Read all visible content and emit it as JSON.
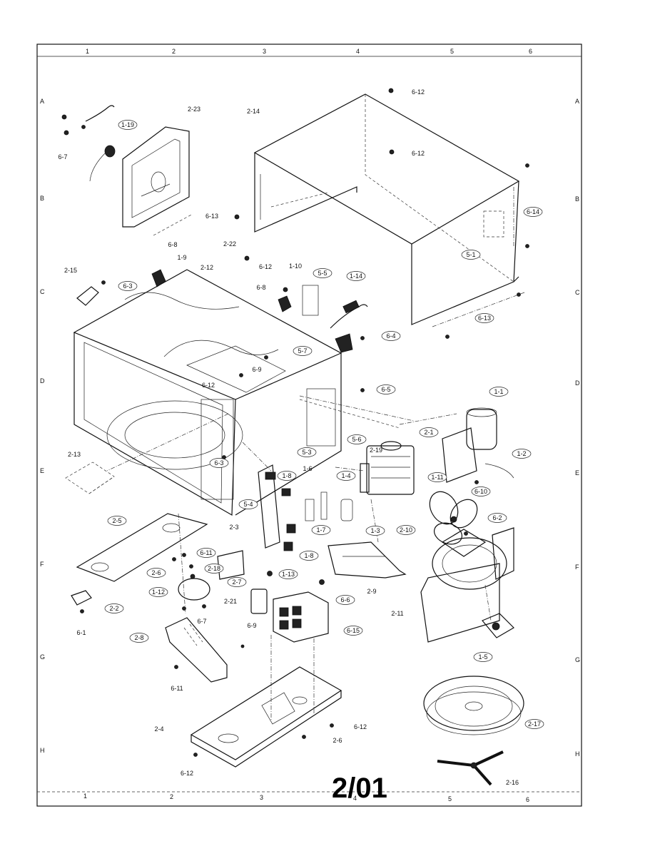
{
  "sheet": {
    "page_stamp": "2/01",
    "column_markers": [
      "1",
      "2",
      "3",
      "4",
      "5",
      "6"
    ],
    "row_markers": [
      "A",
      "B",
      "C",
      "D",
      "E",
      "F",
      "G",
      "H"
    ]
  },
  "callouts": [
    "6-12",
    "6-12",
    "2-23",
    "2-14",
    "1-19",
    "6-7",
    "6-14",
    "6-13",
    "2-22",
    "5-1",
    "6-8",
    "1-9",
    "2-12",
    "6-12",
    "1-10",
    "5-5",
    "1-14",
    "2-15",
    "6-3",
    "6-8",
    "6-4",
    "6-13",
    "5-7",
    "6-9",
    "6-12",
    "6-5",
    "1-1",
    "2-13",
    "5-6",
    "2-1",
    "1-2",
    "5-3",
    "2-19",
    "6-3",
    "1-8",
    "1-6",
    "1-4",
    "1-11",
    "6-10",
    "5-4",
    "2-5",
    "1-7",
    "1-3",
    "2-10",
    "6-2",
    "2-3",
    "6-11",
    "1-8",
    "2-6",
    "2-18",
    "2-7",
    "1-13",
    "1-12",
    "6-6",
    "2-9",
    "2-2",
    "2-21",
    "6-7",
    "6-15",
    "2-11",
    "6-1",
    "6-9",
    "2-8",
    "1-5",
    "6-11",
    "2-4",
    "6-12",
    "2-6",
    "2-17",
    "6-12",
    "2-16"
  ]
}
